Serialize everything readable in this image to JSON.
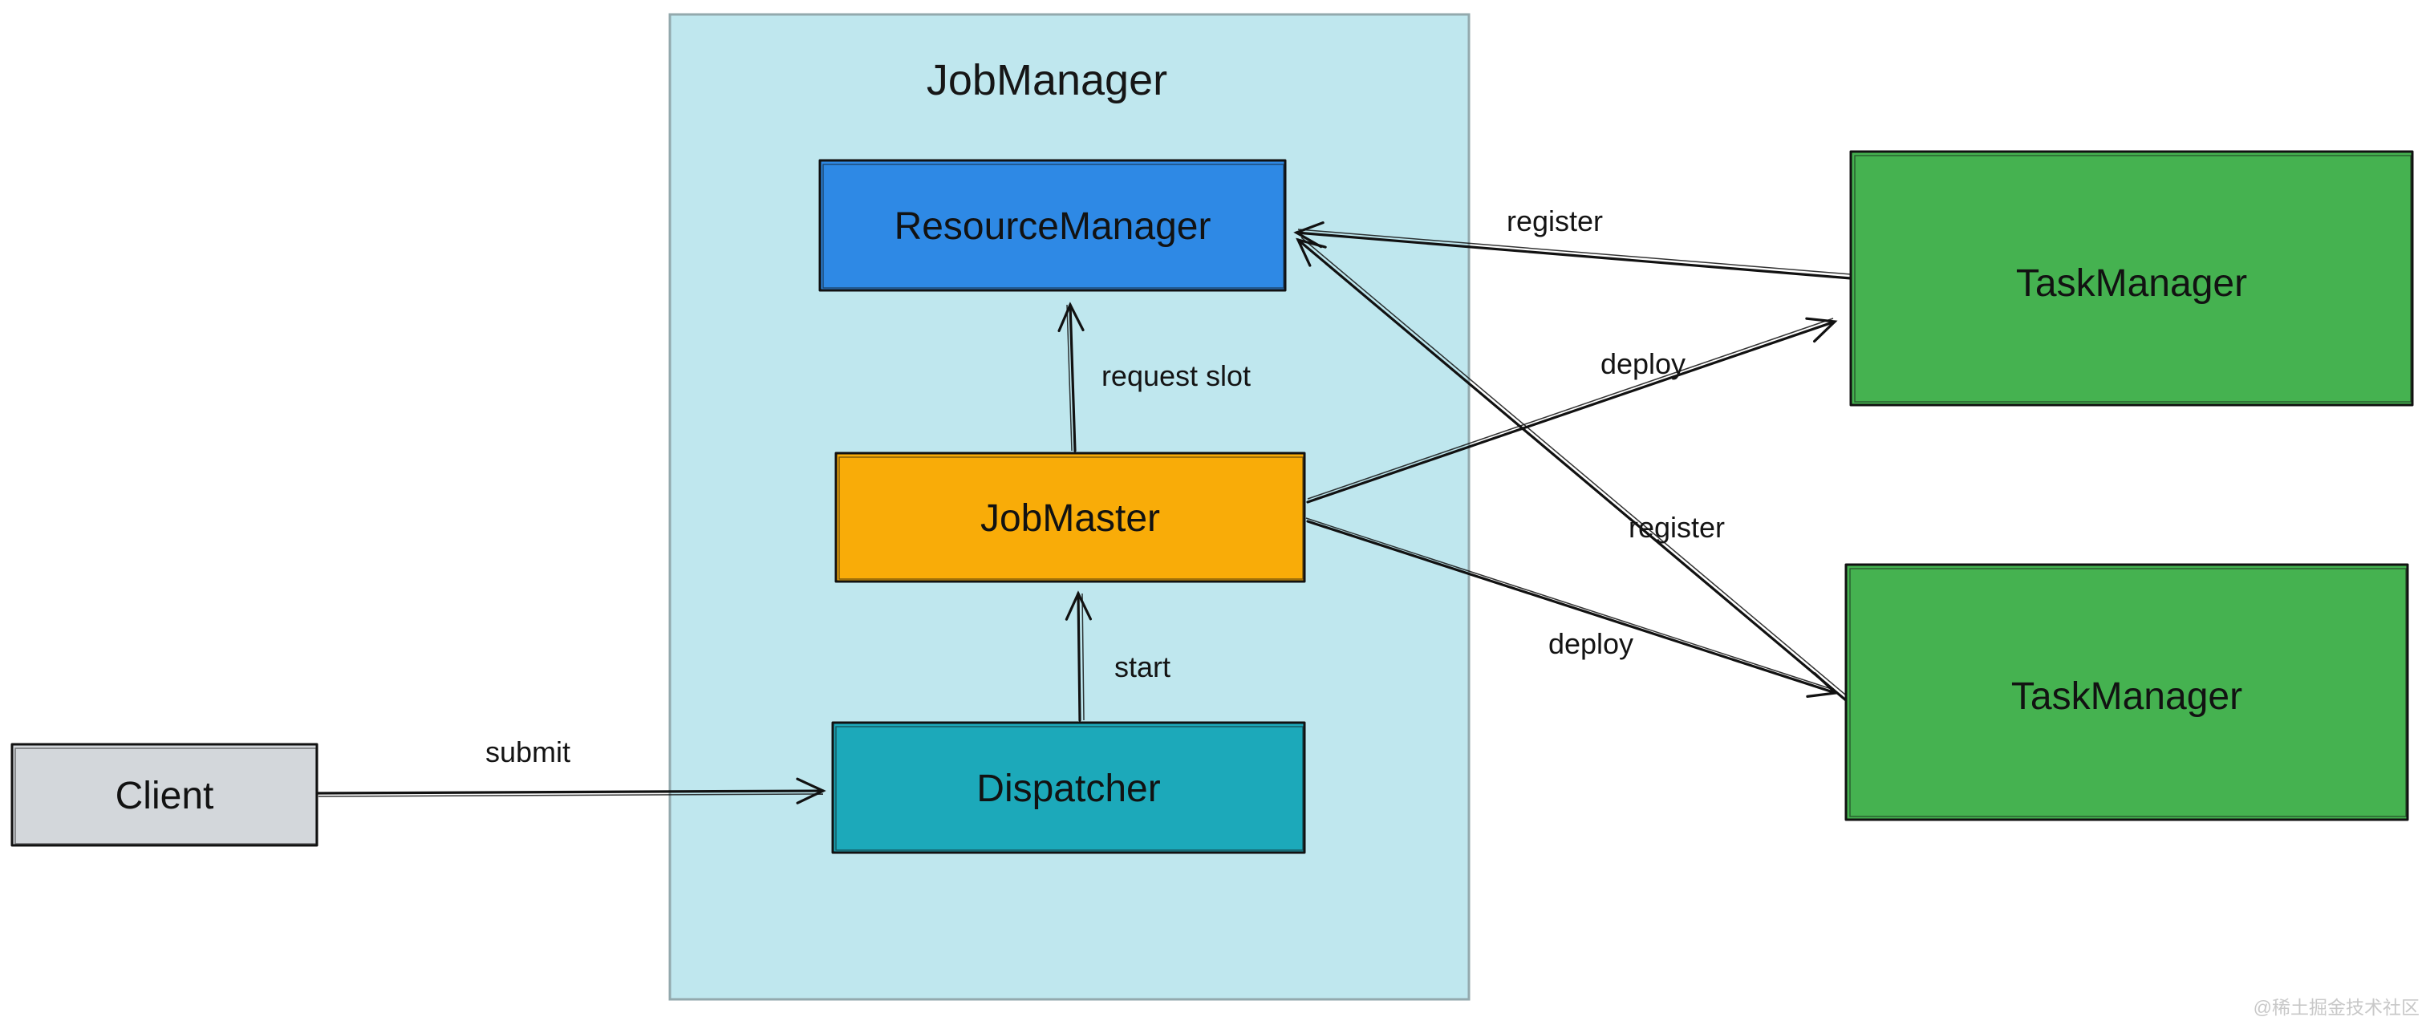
{
  "diagram": {
    "container": {
      "title": "JobManager",
      "fill": "#bfe7ee",
      "border": "#93a9ad"
    },
    "nodes": {
      "client": {
        "label": "Client",
        "fill": "#d3d7db"
      },
      "resource_manager": {
        "label": "ResourceManager",
        "fill": "#2e89e5"
      },
      "job_master": {
        "label": "JobMaster",
        "fill": "#f9ac08"
      },
      "dispatcher": {
        "label": "Dispatcher",
        "fill": "#1ca9ba"
      },
      "task_manager_top": {
        "label": "TaskManager",
        "fill": "#45b250"
      },
      "task_manager_bottom": {
        "label": "TaskManager",
        "fill": "#45b250"
      }
    },
    "edge_labels": {
      "submit": "submit",
      "start": "start",
      "request_slot": "request slot",
      "register_top": "register",
      "register_bottom": "register",
      "deploy_top": "deploy",
      "deploy_bottom": "deploy"
    },
    "watermark": {
      "text": "@稀土掘金技术社区",
      "color": "#c8c8c8"
    }
  }
}
